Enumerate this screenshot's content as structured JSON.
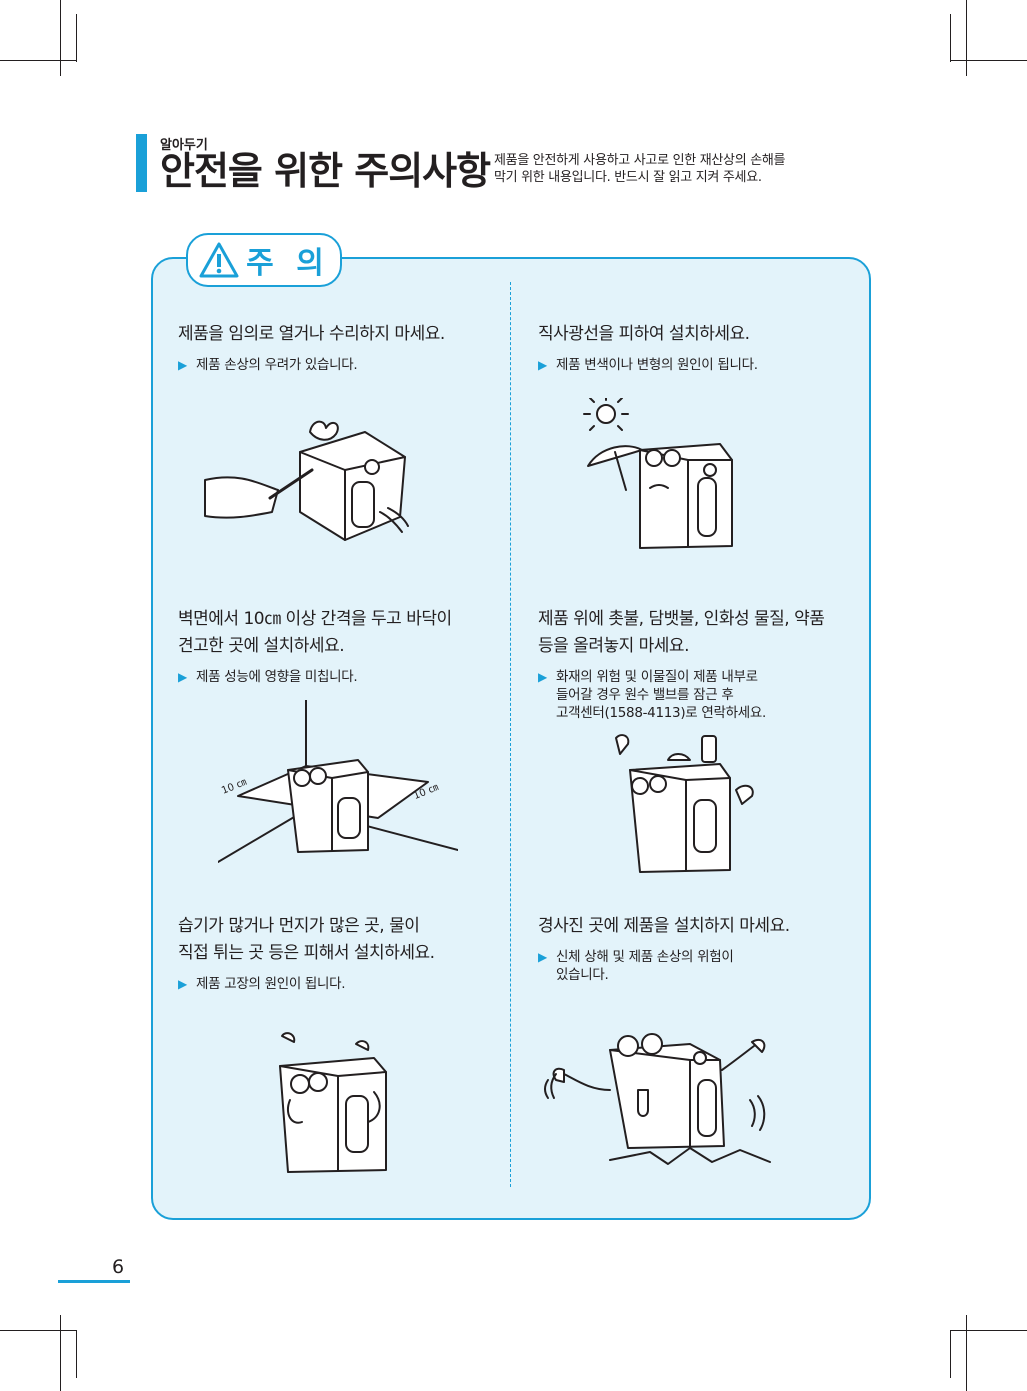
{
  "header": {
    "kicker": "알아두기",
    "title": "안전을 위한 주의사항",
    "intro_line1": "제품을 안전하게 사용하고 사고로 인한 재산상의 손해를",
    "intro_line2": "막기 위한 내용입니다. 반드시 잘 읽고 지켜 주세요."
  },
  "badge": {
    "label": "주 의",
    "icon": "warning-triangle-icon"
  },
  "items": [
    {
      "title_lines": [
        "제품을 임의로 열거나 수리하지 마세요."
      ],
      "note_lines": [
        "제품 손상의 우려가 있습니다."
      ]
    },
    {
      "title_lines": [
        "직사광선을 피하여 설치하세요."
      ],
      "note_lines": [
        "제품 변색이나 변형의 원인이 됩니다."
      ]
    },
    {
      "title_lines": [
        "벽면에서 10㎝ 이상 간격을 두고 바닥이",
        "견고한 곳에 설치하세요."
      ],
      "note_lines": [
        "제품 성능에 영향을 미칩니다."
      ]
    },
    {
      "title_lines": [
        "제품 위에 촛불, 담뱃불, 인화성 물질, 약품",
        "등을 올려놓지 마세요."
      ],
      "note_lines": [
        "화재의 위험 및 이물질이 제품 내부로",
        "들어갈 경우 원수 밸브를 잠근 후",
        "고객센터(1588-4113)로 연락하세요."
      ]
    },
    {
      "title_lines": [
        "습기가 많거나 먼지가 많은 곳, 물이",
        "직접 튀는 곳 등은 피해서 설치하세요."
      ],
      "note_lines": [
        "제품 고장의 원인이 됩니다."
      ]
    },
    {
      "title_lines": [
        "경사진 곳에 제품을 설치하지 마세요."
      ],
      "note_lines": [
        "신체 상해 및 제품 손상의 위험이",
        "있습니다."
      ]
    }
  ],
  "illustrations": {
    "clearance_label_left": "10 ㎝",
    "clearance_label_right": "10 ㎝"
  },
  "footer": {
    "page_number": "6"
  },
  "colors": {
    "accent": "#1aa0d8",
    "panel_bg": "#e3f3fa",
    "text": "#231f20"
  }
}
